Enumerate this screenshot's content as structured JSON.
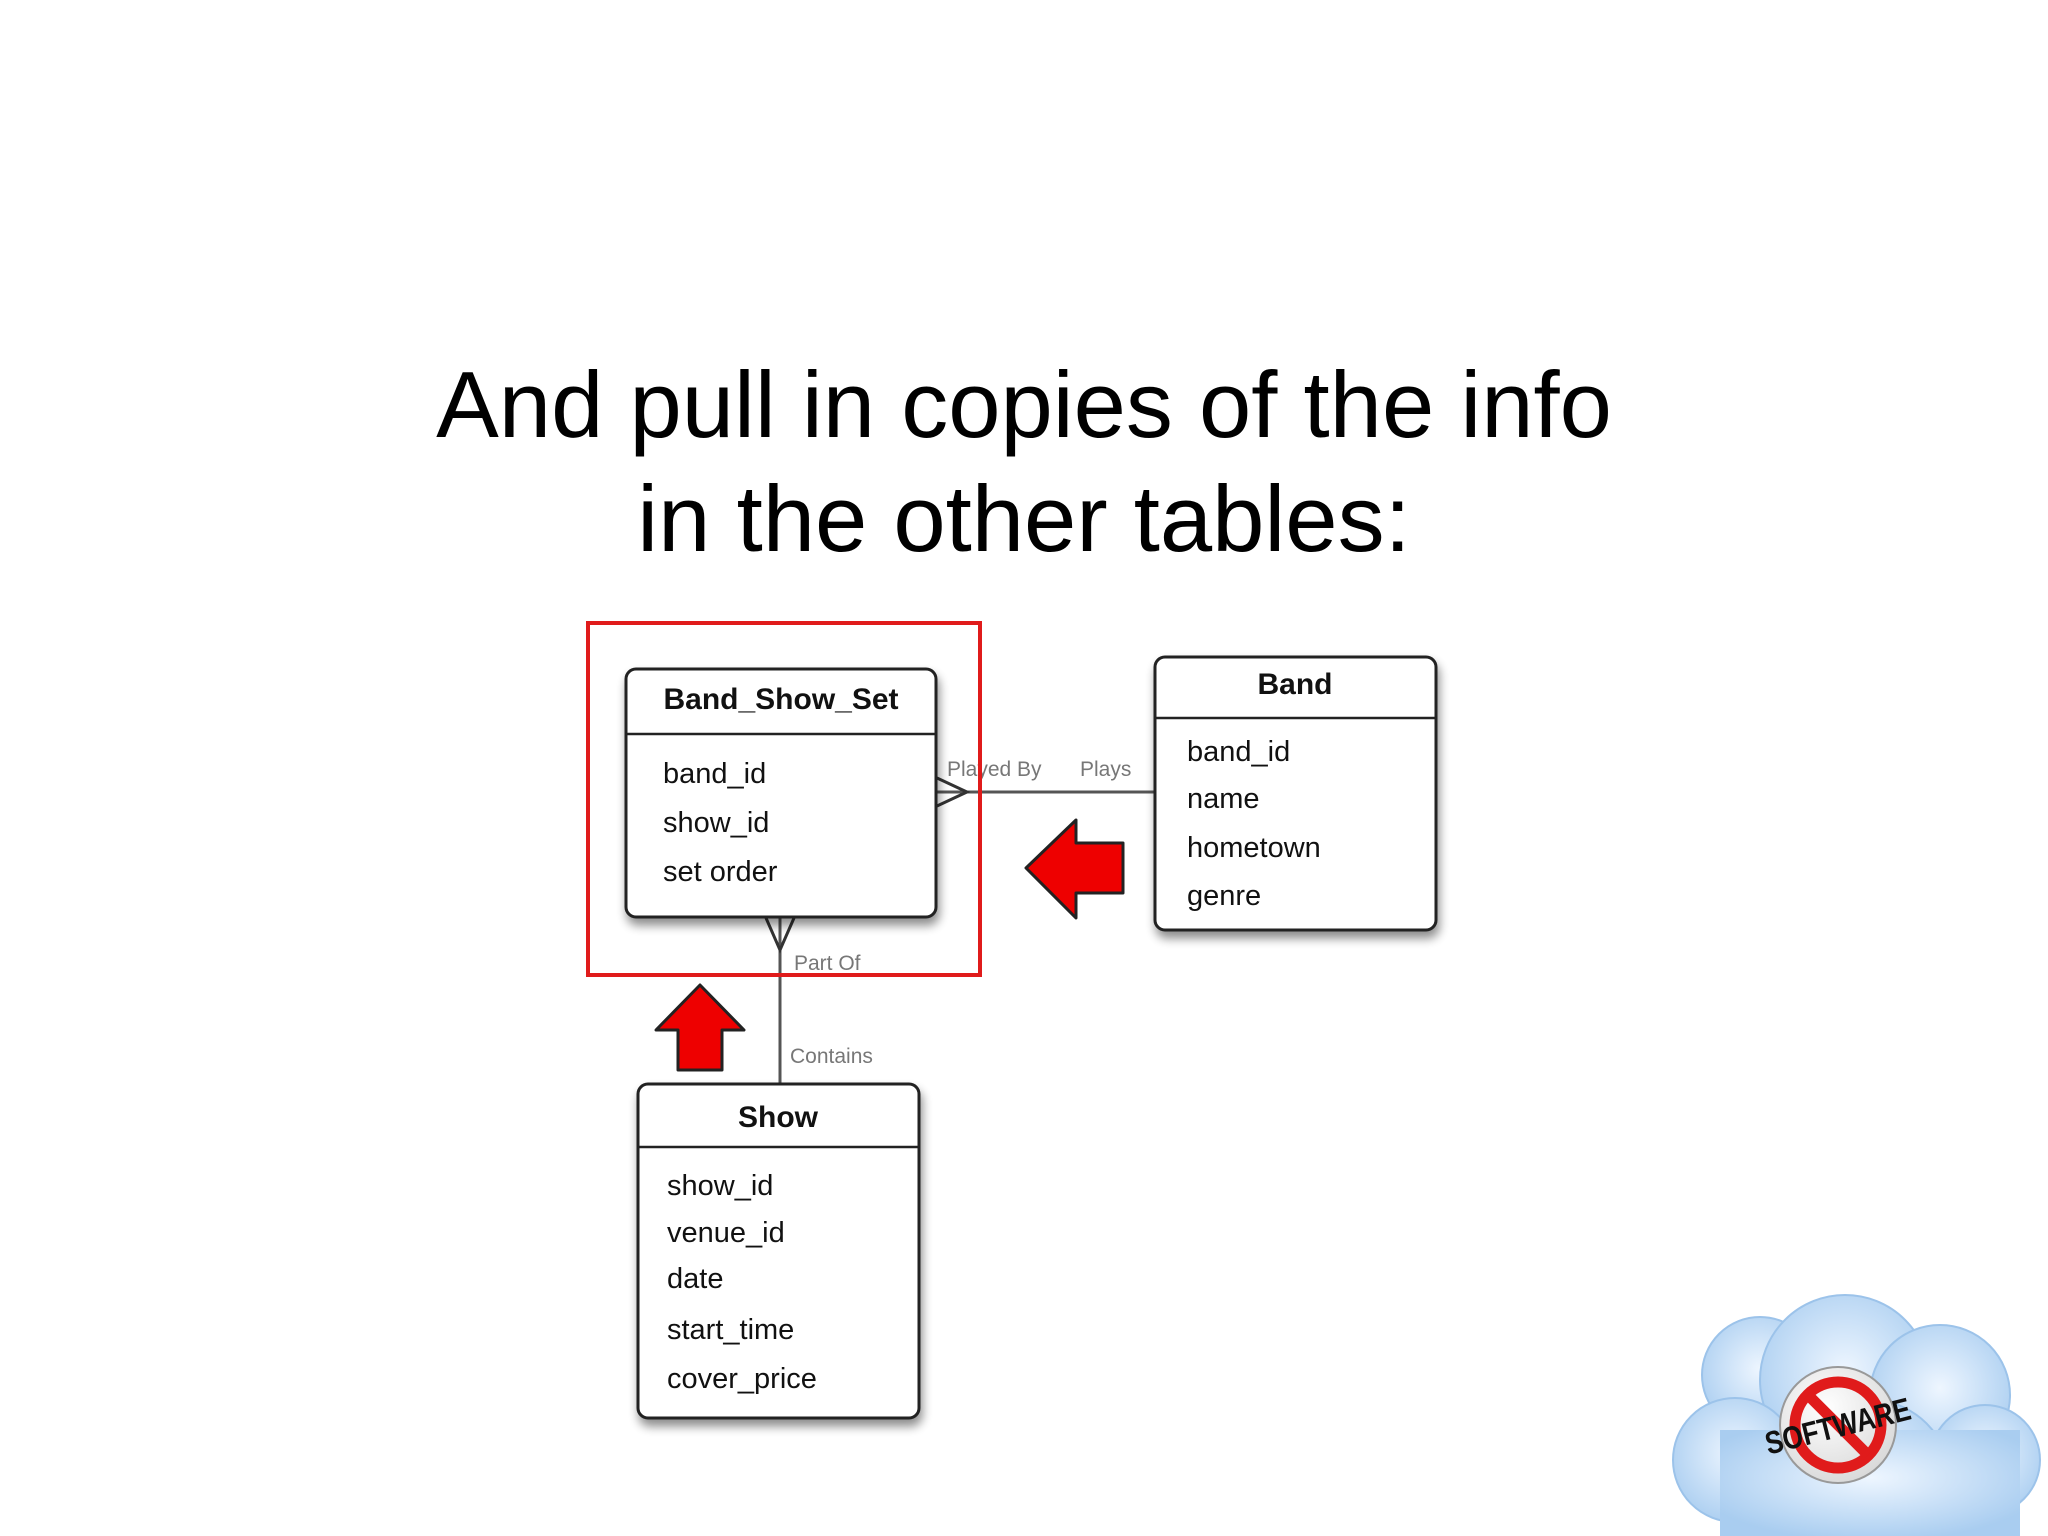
{
  "slide": {
    "title_line_1": "And pull in copies of the info",
    "title_line_2": "in the other tables:"
  },
  "entities": {
    "band_show_set": {
      "title": "Band_Show_Set",
      "fields": [
        "band_id",
        "show_id",
        "set order"
      ]
    },
    "band": {
      "title": "Band",
      "fields": [
        "band_id",
        "name",
        "hometown",
        "genre"
      ]
    },
    "show": {
      "title": "Show",
      "fields": [
        "show_id",
        "venue_id",
        "date",
        "start_time",
        "cover_price"
      ]
    }
  },
  "relationships": {
    "band_to_set": {
      "label_set_side": "Played By",
      "label_band_side": "Plays"
    },
    "show_to_set": {
      "label_set_side": "Part Of",
      "label_show_side": "Contains"
    }
  },
  "colors": {
    "highlight": "#e01b1b",
    "arrow_fill": "#ee0000",
    "entity_border": "#222222",
    "connector": "#555555",
    "cloud": "#bcd8f5"
  },
  "logo": {
    "text": "SOFTWARE"
  }
}
